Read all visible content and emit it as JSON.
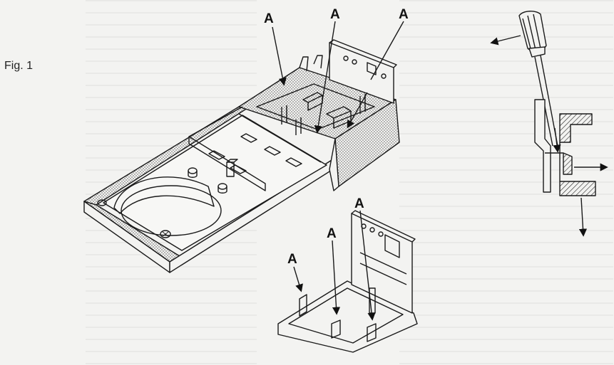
{
  "figure": {
    "label": "Fig. 1"
  },
  "callouts": {
    "top_left": "A",
    "top_middle": "A",
    "top_right": "A",
    "bottom_left": "A",
    "bottom_middle": "A",
    "bottom_right": "A"
  },
  "colors": {
    "line": "#1a1a1a",
    "paper": "#f3f3f1",
    "stipple": "#9a9a9a"
  }
}
